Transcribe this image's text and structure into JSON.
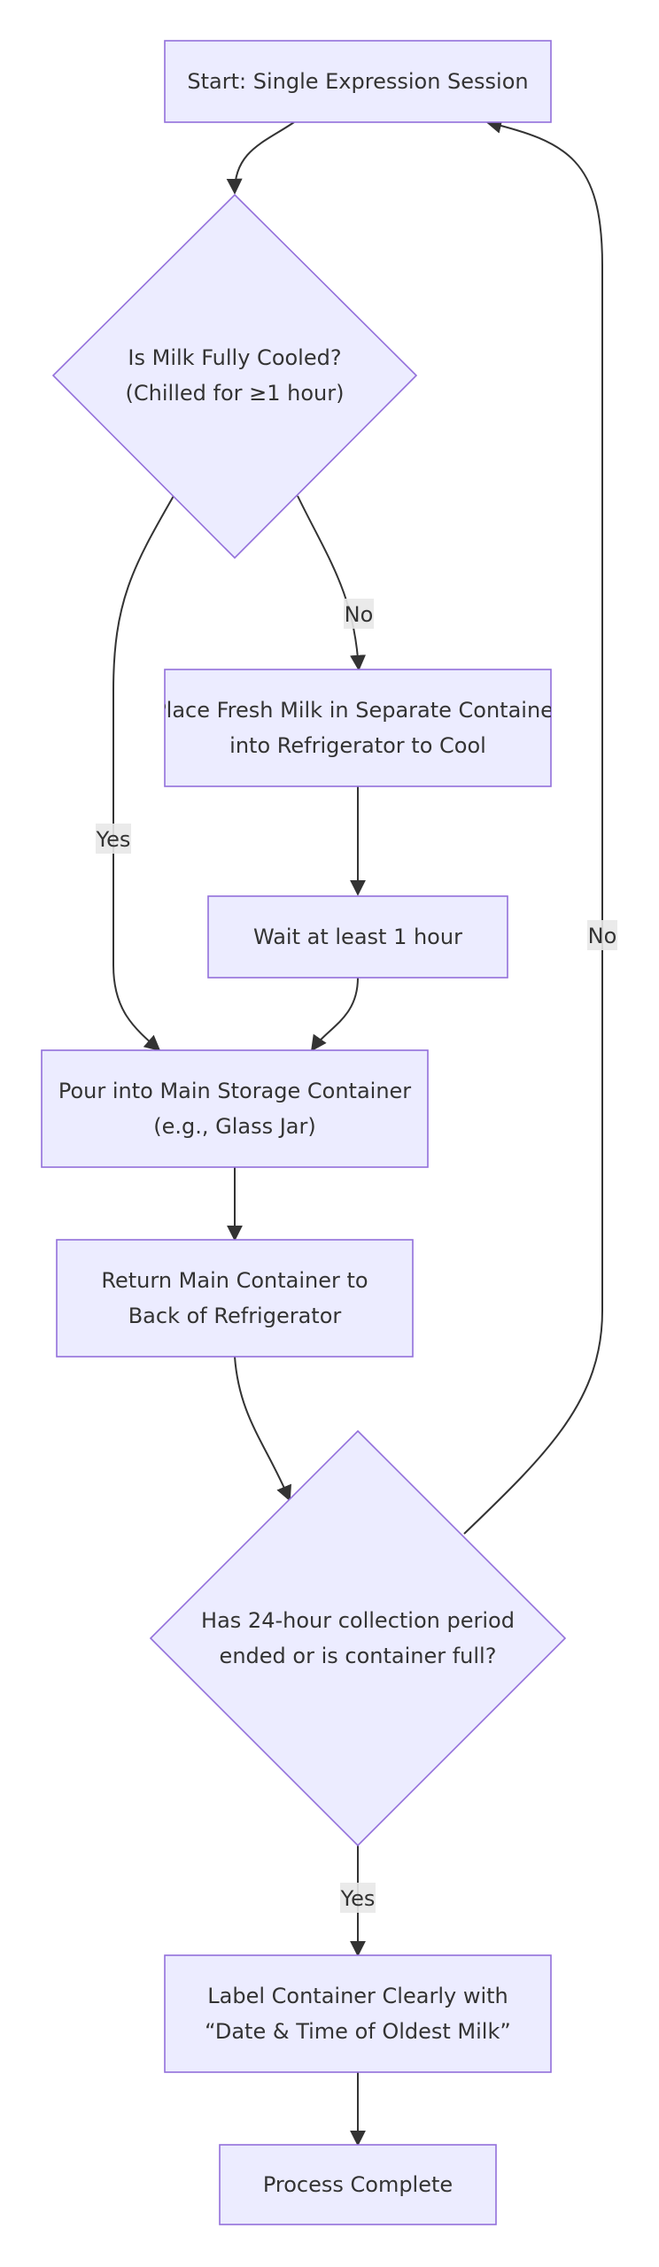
{
  "diagram": {
    "nodes": {
      "start": {
        "lines": [
          "Start: Single Expression Session"
        ]
      },
      "check_cooled": {
        "lines": [
          "Is Milk Fully Cooled?",
          "(Chilled for ≥1 hour)"
        ]
      },
      "place_fresh": {
        "lines": [
          "Place Fresh Milk in Separate Container",
          "into Refrigerator to Cool"
        ]
      },
      "wait": {
        "lines": [
          "Wait at least 1 hour"
        ]
      },
      "pour": {
        "lines": [
          "Pour into Main Storage Container",
          "(e.g., Glass Jar)"
        ]
      },
      "return": {
        "lines": [
          "Return Main Container to",
          "Back of Refrigerator"
        ]
      },
      "check_ended": {
        "lines": [
          "Has 24-hour collection period",
          "ended or is container full?"
        ]
      },
      "label": {
        "lines": [
          "Label Container Clearly with",
          "“Date & Time of Oldest Milk”"
        ]
      },
      "complete": {
        "lines": [
          "Process Complete"
        ]
      }
    },
    "edge_labels": {
      "yes_cooled": "Yes",
      "no_cooled": "No",
      "yes_ended": "Yes",
      "no_ended": "No"
    },
    "colors": {
      "node_fill": "#ececff",
      "node_stroke": "#9370db",
      "edge": "#333333",
      "label_bg": "#e8e8e8",
      "text": "#333333"
    }
  }
}
